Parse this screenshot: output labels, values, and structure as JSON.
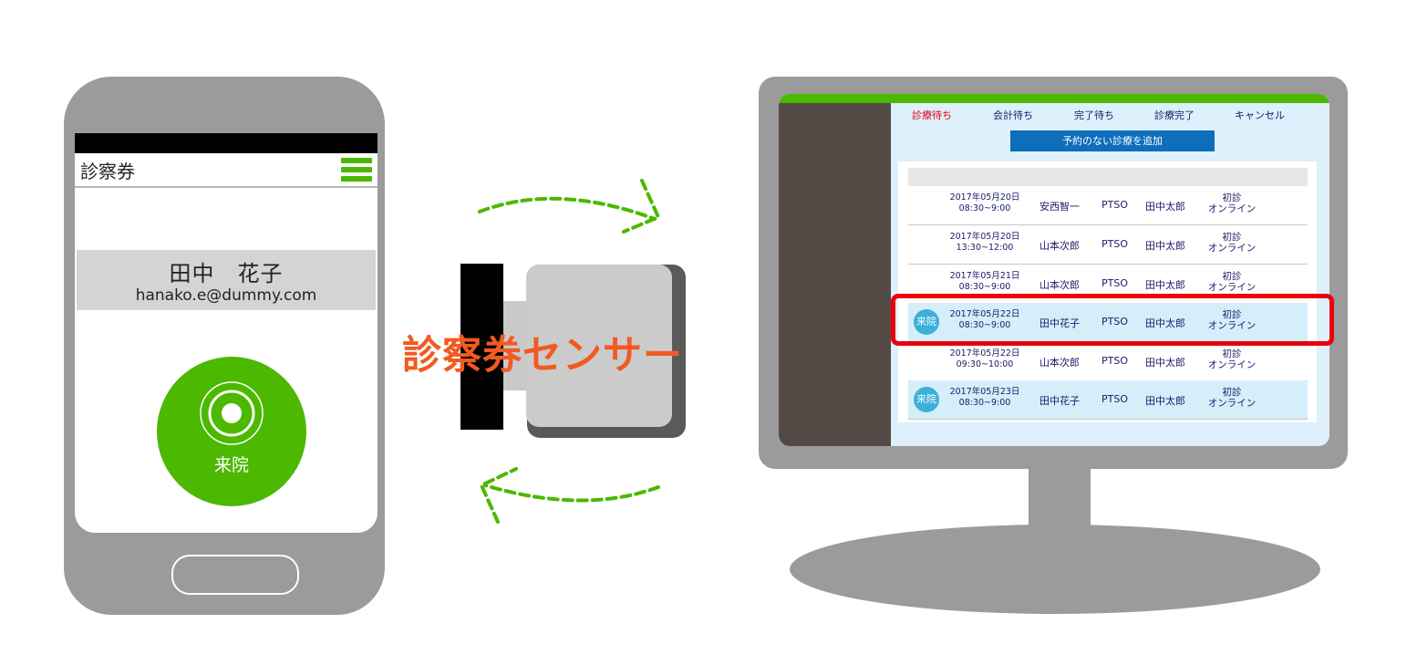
{
  "phone": {
    "title": "診察券",
    "name": "田中　花子",
    "email": "hanako.e@dummy.com",
    "checkin_label": "来院"
  },
  "sensor": {
    "label": "診察券センサー"
  },
  "monitor": {
    "tabs": [
      "診療待ち",
      "会計待ち",
      "完了待ち",
      "診療完了",
      "キャンセル"
    ],
    "add_button": "予約のない診療を追加",
    "rows": [
      {
        "badge": "",
        "date": "2017年05月20日",
        "time": "08:30~9:00",
        "patient": "安西智一",
        "type": "PTSO",
        "doctor": "田中太郎",
        "visit1": "初診",
        "visit2": "オンライン",
        "highlight": false
      },
      {
        "badge": "",
        "date": "2017年05月20日",
        "time": "13:30~12:00",
        "patient": "山本次郎",
        "type": "PTSO",
        "doctor": "田中太郎",
        "visit1": "初診",
        "visit2": "オンライン",
        "highlight": false
      },
      {
        "badge": "",
        "date": "2017年05月21日",
        "time": "08:30~9:00",
        "patient": "山本次郎",
        "type": "PTSO",
        "doctor": "田中太郎",
        "visit1": "初診",
        "visit2": "オンライン",
        "highlight": false
      },
      {
        "badge": "来院",
        "date": "2017年05月22日",
        "time": "08:30~9:00",
        "patient": "田中花子",
        "type": "PTSO",
        "doctor": "田中太郎",
        "visit1": "初診",
        "visit2": "オンライン",
        "highlight": true
      },
      {
        "badge": "",
        "date": "2017年05月22日",
        "time": "09:30~10:00",
        "patient": "山本次郎",
        "type": "PTSO",
        "doctor": "田中太郎",
        "visit1": "初診",
        "visit2": "オンライン",
        "highlight": false
      },
      {
        "badge": "来院",
        "date": "2017年05月23日",
        "time": "08:30~9:00",
        "patient": "田中花子",
        "type": "PTSO",
        "doctor": "田中太郎",
        "visit1": "初診",
        "visit2": "オンライン",
        "highlight": true
      }
    ]
  },
  "colors": {
    "brand_green": "#4cb800",
    "sensor_text": "#f15a22",
    "active_tab": "#e8000c",
    "button_blue": "#0e6ebb",
    "highlight_border": "#e8000c",
    "badge_blue": "#3bb0d9"
  },
  "icons": {
    "menu": "hamburger-menu-icon",
    "checkin": "concentric-circle-icon",
    "flow": "dashed-curved-arrow-icon"
  }
}
